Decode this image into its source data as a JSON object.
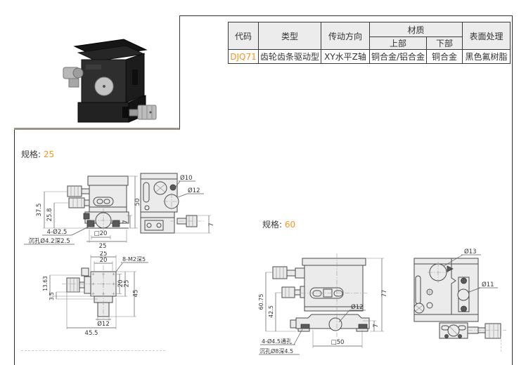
{
  "colors": {
    "accent": "#f7941d",
    "line": "#3a3a3a",
    "part_fill": "#ebebeb",
    "header_bg": "#ececec"
  },
  "table": {
    "headers": {
      "code": "代码",
      "type": "类型",
      "direction": "传动方向",
      "material": "材质",
      "upper": "上部",
      "lower": "下部",
      "surface": "表面处理"
    },
    "row": {
      "code": "DJQ71",
      "type": "齿轮齿条驱动型",
      "direction": "XY水平Z轴",
      "material_upper": "铜合金/铝合金",
      "material_lower": "铜合金",
      "surface": "黑色氟树脂"
    }
  },
  "spec25": {
    "label": "规格:",
    "value": "25",
    "front": {
      "dim_37_5": "37.5",
      "dim_25_8": "25.8",
      "dim_50": "50",
      "dim_7": "7",
      "dim_sq20": "□20",
      "dim_25": "25",
      "callout1": "4-Ø2.5",
      "callout2": "沉孔Ø4.2深2.5"
    },
    "side": {
      "dia10": "Ø10",
      "dia12": "Ø12",
      "dim_7": "7"
    },
    "bottom": {
      "dim_25_top": "25",
      "dim_20_top": "20",
      "callout": "8-M2深5",
      "dim_13_63": "13.63",
      "dim_3_5": "3.5",
      "dim_20_right": "20",
      "dim_25_right": "25",
      "dim_45": "45",
      "dia12": "Ø12",
      "dim_45_5": "45.5"
    }
  },
  "spec60": {
    "label": "规格:",
    "value": "60",
    "front": {
      "dim_60_75": "60.75",
      "dim_42_5": "42.5",
      "dim_77": "77",
      "dim_7": "7",
      "dia12": "Ø12",
      "dim_sq50": "□50",
      "callout1": "4-Ø4.5通孔",
      "callout2": "沉孔Ø8深4.5"
    },
    "side": {
      "dia13": "Ø13",
      "dia11": "Ø11"
    }
  }
}
